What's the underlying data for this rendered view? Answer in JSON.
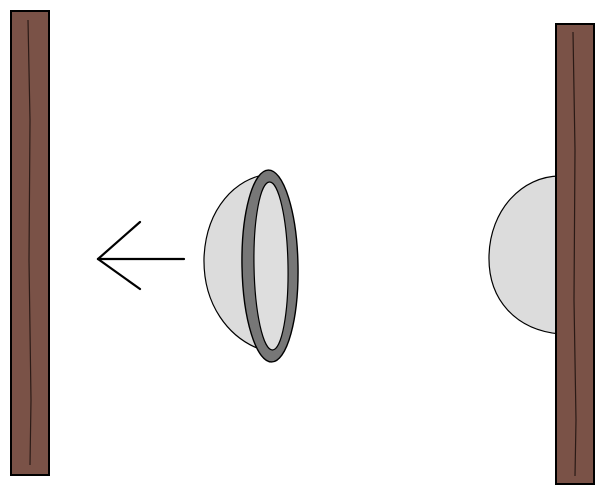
{
  "colors": {
    "background": "#ffffff",
    "wall_fill": "#7a5247",
    "wall_grain": "#2a1a16",
    "outline": "#000000",
    "cup_fill": "#dcdcdc",
    "rim_fill": "#777777",
    "rim_inner": "#dedede",
    "arrow": "#000000"
  },
  "elements": {
    "left_wall": "wall",
    "right_wall": "wall",
    "moving_cup": "suction-cup",
    "stuck_cup": "suction-cup",
    "motion_arrow": "arrow-left"
  }
}
